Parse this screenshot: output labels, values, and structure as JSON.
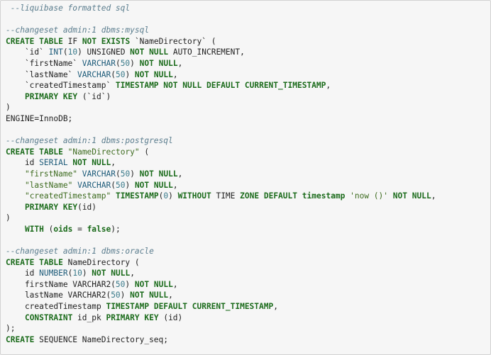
{
  "colors": {
    "background": "#f6f6f6",
    "border": "#d2d2d2",
    "comment": "#5b7d8e",
    "keyword": "#1b6b1b",
    "type": "#1e5c7a",
    "number": "#3a7a8a",
    "string": "#3d6b1f",
    "plain": "#222222"
  },
  "lines": [
    [
      {
        "t": "comment",
        "v": " --liquibase formatted sql"
      }
    ],
    [],
    [
      {
        "t": "comment",
        "v": "--changeset admin:1 dbms:mysql"
      }
    ],
    [
      {
        "t": "keyword",
        "v": "CREATE"
      },
      {
        "t": "plain",
        "v": " "
      },
      {
        "t": "keyword",
        "v": "TABLE"
      },
      {
        "t": "plain",
        "v": " IF "
      },
      {
        "t": "keyword",
        "v": "NOT"
      },
      {
        "t": "plain",
        "v": " "
      },
      {
        "t": "keyword",
        "v": "EXISTS"
      },
      {
        "t": "plain",
        "v": " `NameDirectory` ("
      }
    ],
    [
      {
        "t": "plain",
        "v": "    `id` "
      },
      {
        "t": "type",
        "v": "INT"
      },
      {
        "t": "plain",
        "v": "("
      },
      {
        "t": "number",
        "v": "10"
      },
      {
        "t": "plain",
        "v": ") UNSIGNED "
      },
      {
        "t": "keyword",
        "v": "NOT"
      },
      {
        "t": "plain",
        "v": " "
      },
      {
        "t": "keyword",
        "v": "NULL"
      },
      {
        "t": "plain",
        "v": " AUTO_INCREMENT,"
      }
    ],
    [
      {
        "t": "plain",
        "v": "    `firstName` "
      },
      {
        "t": "type",
        "v": "VARCHAR"
      },
      {
        "t": "plain",
        "v": "("
      },
      {
        "t": "number",
        "v": "50"
      },
      {
        "t": "plain",
        "v": ") "
      },
      {
        "t": "keyword",
        "v": "NOT"
      },
      {
        "t": "plain",
        "v": " "
      },
      {
        "t": "keyword",
        "v": "NULL"
      },
      {
        "t": "plain",
        "v": ","
      }
    ],
    [
      {
        "t": "plain",
        "v": "    `lastName` "
      },
      {
        "t": "type",
        "v": "VARCHAR"
      },
      {
        "t": "plain",
        "v": "("
      },
      {
        "t": "number",
        "v": "50"
      },
      {
        "t": "plain",
        "v": ") "
      },
      {
        "t": "keyword",
        "v": "NOT"
      },
      {
        "t": "plain",
        "v": " "
      },
      {
        "t": "keyword",
        "v": "NULL"
      },
      {
        "t": "plain",
        "v": ","
      }
    ],
    [
      {
        "t": "plain",
        "v": "    `createdTimestamp` "
      },
      {
        "t": "keyword",
        "v": "TIMESTAMP"
      },
      {
        "t": "plain",
        "v": " "
      },
      {
        "t": "keyword",
        "v": "NOT"
      },
      {
        "t": "plain",
        "v": " "
      },
      {
        "t": "keyword",
        "v": "NULL"
      },
      {
        "t": "plain",
        "v": " "
      },
      {
        "t": "keyword",
        "v": "DEFAULT"
      },
      {
        "t": "plain",
        "v": " "
      },
      {
        "t": "keyword",
        "v": "CURRENT_TIMESTAMP"
      },
      {
        "t": "plain",
        "v": ","
      }
    ],
    [
      {
        "t": "plain",
        "v": "    "
      },
      {
        "t": "keyword",
        "v": "PRIMARY"
      },
      {
        "t": "plain",
        "v": " "
      },
      {
        "t": "keyword",
        "v": "KEY"
      },
      {
        "t": "plain",
        "v": " (`id`)"
      }
    ],
    [
      {
        "t": "plain",
        "v": ")"
      }
    ],
    [
      {
        "t": "plain",
        "v": "ENGINE=InnoDB;"
      }
    ],
    [],
    [
      {
        "t": "comment",
        "v": "--changeset admin:1 dbms:postgresql"
      }
    ],
    [
      {
        "t": "keyword",
        "v": "CREATE"
      },
      {
        "t": "plain",
        "v": " "
      },
      {
        "t": "keyword",
        "v": "TABLE"
      },
      {
        "t": "plain",
        "v": " "
      },
      {
        "t": "string",
        "v": "\"NameDirectory\""
      },
      {
        "t": "plain",
        "v": " ("
      }
    ],
    [
      {
        "t": "plain",
        "v": "    id "
      },
      {
        "t": "type",
        "v": "SERIAL"
      },
      {
        "t": "plain",
        "v": " "
      },
      {
        "t": "keyword",
        "v": "NOT"
      },
      {
        "t": "plain",
        "v": " "
      },
      {
        "t": "keyword",
        "v": "NULL"
      },
      {
        "t": "plain",
        "v": ","
      }
    ],
    [
      {
        "t": "plain",
        "v": "    "
      },
      {
        "t": "string",
        "v": "\"firstName\""
      },
      {
        "t": "plain",
        "v": " "
      },
      {
        "t": "type",
        "v": "VARCHAR"
      },
      {
        "t": "plain",
        "v": "("
      },
      {
        "t": "number",
        "v": "50"
      },
      {
        "t": "plain",
        "v": ") "
      },
      {
        "t": "keyword",
        "v": "NOT"
      },
      {
        "t": "plain",
        "v": " "
      },
      {
        "t": "keyword",
        "v": "NULL"
      },
      {
        "t": "plain",
        "v": ","
      }
    ],
    [
      {
        "t": "plain",
        "v": "    "
      },
      {
        "t": "string",
        "v": "\"lastName\""
      },
      {
        "t": "plain",
        "v": " "
      },
      {
        "t": "type",
        "v": "VARCHAR"
      },
      {
        "t": "plain",
        "v": "("
      },
      {
        "t": "number",
        "v": "50"
      },
      {
        "t": "plain",
        "v": ") "
      },
      {
        "t": "keyword",
        "v": "NOT"
      },
      {
        "t": "plain",
        "v": " "
      },
      {
        "t": "keyword",
        "v": "NULL"
      },
      {
        "t": "plain",
        "v": ","
      }
    ],
    [
      {
        "t": "plain",
        "v": "    "
      },
      {
        "t": "string",
        "v": "\"createdTimestamp\""
      },
      {
        "t": "plain",
        "v": " "
      },
      {
        "t": "keyword",
        "v": "TIMESTAMP"
      },
      {
        "t": "plain",
        "v": "("
      },
      {
        "t": "number",
        "v": "0"
      },
      {
        "t": "plain",
        "v": ") "
      },
      {
        "t": "keyword",
        "v": "WITHOUT"
      },
      {
        "t": "plain",
        "v": " TIME "
      },
      {
        "t": "keyword",
        "v": "ZONE"
      },
      {
        "t": "plain",
        "v": " "
      },
      {
        "t": "keyword",
        "v": "DEFAULT"
      },
      {
        "t": "plain",
        "v": " "
      },
      {
        "t": "keyword",
        "v": "timestamp"
      },
      {
        "t": "plain",
        "v": " "
      },
      {
        "t": "string",
        "v": "'now ()'"
      },
      {
        "t": "plain",
        "v": " "
      },
      {
        "t": "keyword",
        "v": "NOT"
      },
      {
        "t": "plain",
        "v": " "
      },
      {
        "t": "keyword",
        "v": "NULL"
      },
      {
        "t": "plain",
        "v": ","
      }
    ],
    [
      {
        "t": "plain",
        "v": "    "
      },
      {
        "t": "keyword",
        "v": "PRIMARY"
      },
      {
        "t": "plain",
        "v": " "
      },
      {
        "t": "keyword",
        "v": "KEY"
      },
      {
        "t": "plain",
        "v": "(id)"
      }
    ],
    [
      {
        "t": "plain",
        "v": ")"
      }
    ],
    [
      {
        "t": "plain",
        "v": "    "
      },
      {
        "t": "keyword",
        "v": "WITH"
      },
      {
        "t": "plain",
        "v": " ("
      },
      {
        "t": "keyword",
        "v": "oids"
      },
      {
        "t": "plain",
        "v": " = "
      },
      {
        "t": "keyword",
        "v": "false"
      },
      {
        "t": "plain",
        "v": ");"
      }
    ],
    [],
    [
      {
        "t": "comment",
        "v": "--changeset admin:1 dbms:oracle"
      }
    ],
    [
      {
        "t": "keyword",
        "v": "CREATE"
      },
      {
        "t": "plain",
        "v": " "
      },
      {
        "t": "keyword",
        "v": "TABLE"
      },
      {
        "t": "plain",
        "v": " NameDirectory ("
      }
    ],
    [
      {
        "t": "plain",
        "v": "    id "
      },
      {
        "t": "type",
        "v": "NUMBER"
      },
      {
        "t": "plain",
        "v": "("
      },
      {
        "t": "number",
        "v": "10"
      },
      {
        "t": "plain",
        "v": ") "
      },
      {
        "t": "keyword",
        "v": "NOT"
      },
      {
        "t": "plain",
        "v": " "
      },
      {
        "t": "keyword",
        "v": "NULL"
      },
      {
        "t": "plain",
        "v": ","
      }
    ],
    [
      {
        "t": "plain",
        "v": "    firstName VARCHAR2("
      },
      {
        "t": "number",
        "v": "50"
      },
      {
        "t": "plain",
        "v": ") "
      },
      {
        "t": "keyword",
        "v": "NOT"
      },
      {
        "t": "plain",
        "v": " "
      },
      {
        "t": "keyword",
        "v": "NULL"
      },
      {
        "t": "plain",
        "v": ","
      }
    ],
    [
      {
        "t": "plain",
        "v": "    lastName VARCHAR2("
      },
      {
        "t": "number",
        "v": "50"
      },
      {
        "t": "plain",
        "v": ") "
      },
      {
        "t": "keyword",
        "v": "NOT"
      },
      {
        "t": "plain",
        "v": " "
      },
      {
        "t": "keyword",
        "v": "NULL"
      },
      {
        "t": "plain",
        "v": ","
      }
    ],
    [
      {
        "t": "plain",
        "v": "    createdTimestamp "
      },
      {
        "t": "keyword",
        "v": "TIMESTAMP"
      },
      {
        "t": "plain",
        "v": " "
      },
      {
        "t": "keyword",
        "v": "DEFAULT"
      },
      {
        "t": "plain",
        "v": " "
      },
      {
        "t": "keyword",
        "v": "CURRENT_TIMESTAMP"
      },
      {
        "t": "plain",
        "v": ","
      }
    ],
    [
      {
        "t": "plain",
        "v": "    "
      },
      {
        "t": "keyword",
        "v": "CONSTRAINT"
      },
      {
        "t": "plain",
        "v": " id_pk "
      },
      {
        "t": "keyword",
        "v": "PRIMARY"
      },
      {
        "t": "plain",
        "v": " "
      },
      {
        "t": "keyword",
        "v": "KEY"
      },
      {
        "t": "plain",
        "v": " (id)"
      }
    ],
    [
      {
        "t": "plain",
        "v": ");"
      }
    ],
    [
      {
        "t": "keyword",
        "v": "CREATE"
      },
      {
        "t": "plain",
        "v": " SEQUENCE NameDirectory_seq;"
      }
    ]
  ]
}
